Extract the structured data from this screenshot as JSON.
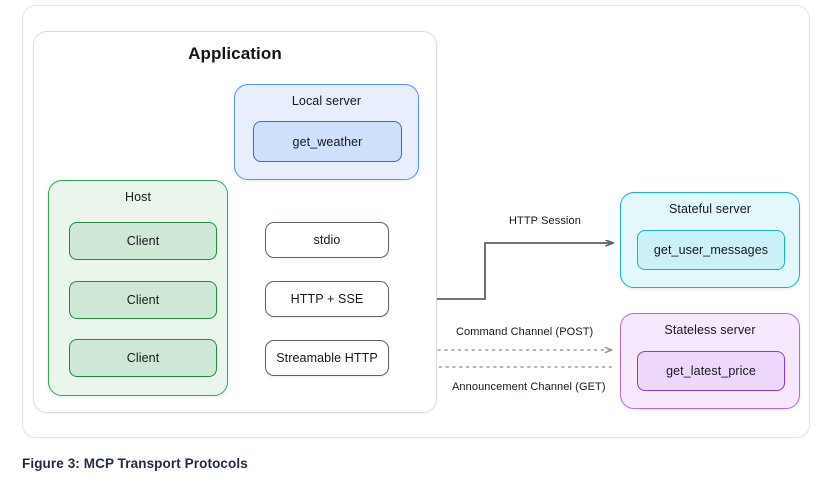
{
  "figure": {
    "caption": "Figure 3: MCP Transport Protocols"
  },
  "application": {
    "title": "Application"
  },
  "local_server": {
    "title": "Local server",
    "tool": "get_weather",
    "fill": "#e8eefc",
    "border": "#5b93f2",
    "tool_fill": "#cfe0fb",
    "tool_border": "#1a73e8"
  },
  "host": {
    "title": "Host",
    "fill": "#eaf6ec",
    "border": "#34a853",
    "clients": [
      {
        "label": "Client"
      },
      {
        "label": "Client"
      },
      {
        "label": "Client"
      }
    ]
  },
  "transports": [
    {
      "label": "stdio"
    },
    {
      "label": "HTTP + SSE"
    },
    {
      "label": "Streamable HTTP"
    }
  ],
  "stateful_server": {
    "title": "Stateful server",
    "tool": "get_user_messages",
    "fill": "#e3f8fb",
    "border": "#12b5cb",
    "tool_fill": "#cbf0f7",
    "tool_border": "#12b5cb"
  },
  "stateless_server": {
    "title": "Stateless server",
    "tool": "get_latest_price",
    "fill": "#f6e9fd",
    "border": "#b06bf5",
    "tool_fill": "#edd8fc",
    "tool_border": "#9334e6"
  },
  "edges": {
    "http_session": "HTTP Session",
    "command_channel": "Command Channel (POST)",
    "announcement_channel": "Announcement Channel (GET)"
  },
  "colors": {
    "connector": "#5f6368",
    "card_border": "#e3e5e8",
    "text": "#15181c",
    "caption": "#1f2a44"
  },
  "chart_data": {
    "type": "diagram",
    "title": "MCP Transport Protocols",
    "nodes": [
      {
        "id": "application",
        "label": "Application",
        "kind": "container"
      },
      {
        "id": "local-server",
        "label": "Local server",
        "kind": "server",
        "children": [
          "get_weather"
        ]
      },
      {
        "id": "host",
        "label": "Host",
        "kind": "container",
        "children": [
          "Client",
          "Client",
          "Client"
        ]
      },
      {
        "id": "stdio",
        "label": "stdio",
        "kind": "transport"
      },
      {
        "id": "http-sse",
        "label": "HTTP + SSE",
        "kind": "transport"
      },
      {
        "id": "streamable-http",
        "label": "Streamable HTTP",
        "kind": "transport"
      },
      {
        "id": "stateful-server",
        "label": "Stateful server",
        "kind": "server",
        "children": [
          "get_user_messages"
        ]
      },
      {
        "id": "stateless-server",
        "label": "Stateless server",
        "kind": "server",
        "children": [
          "get_latest_price"
        ]
      }
    ],
    "edges": [
      {
        "from": "stdio",
        "to": "local-server",
        "label": "",
        "style": "solid",
        "direction": "up"
      },
      {
        "from": "stdio",
        "to": "client-1",
        "label": "",
        "style": "solid",
        "direction": "left"
      },
      {
        "from": "http-sse",
        "to": "client-2",
        "label": "",
        "style": "solid",
        "direction": "left"
      },
      {
        "from": "http-sse",
        "to": "stateful-server",
        "label": "HTTP Session",
        "style": "solid",
        "direction": "right"
      },
      {
        "from": "streamable-http",
        "to": "stateless-server",
        "label": "Command Channel (POST)",
        "style": "dashed",
        "direction": "right"
      },
      {
        "from": "stateless-server",
        "to": "client-3",
        "label": "Announcement Channel (GET)",
        "style": "dashed",
        "direction": "left"
      }
    ]
  }
}
